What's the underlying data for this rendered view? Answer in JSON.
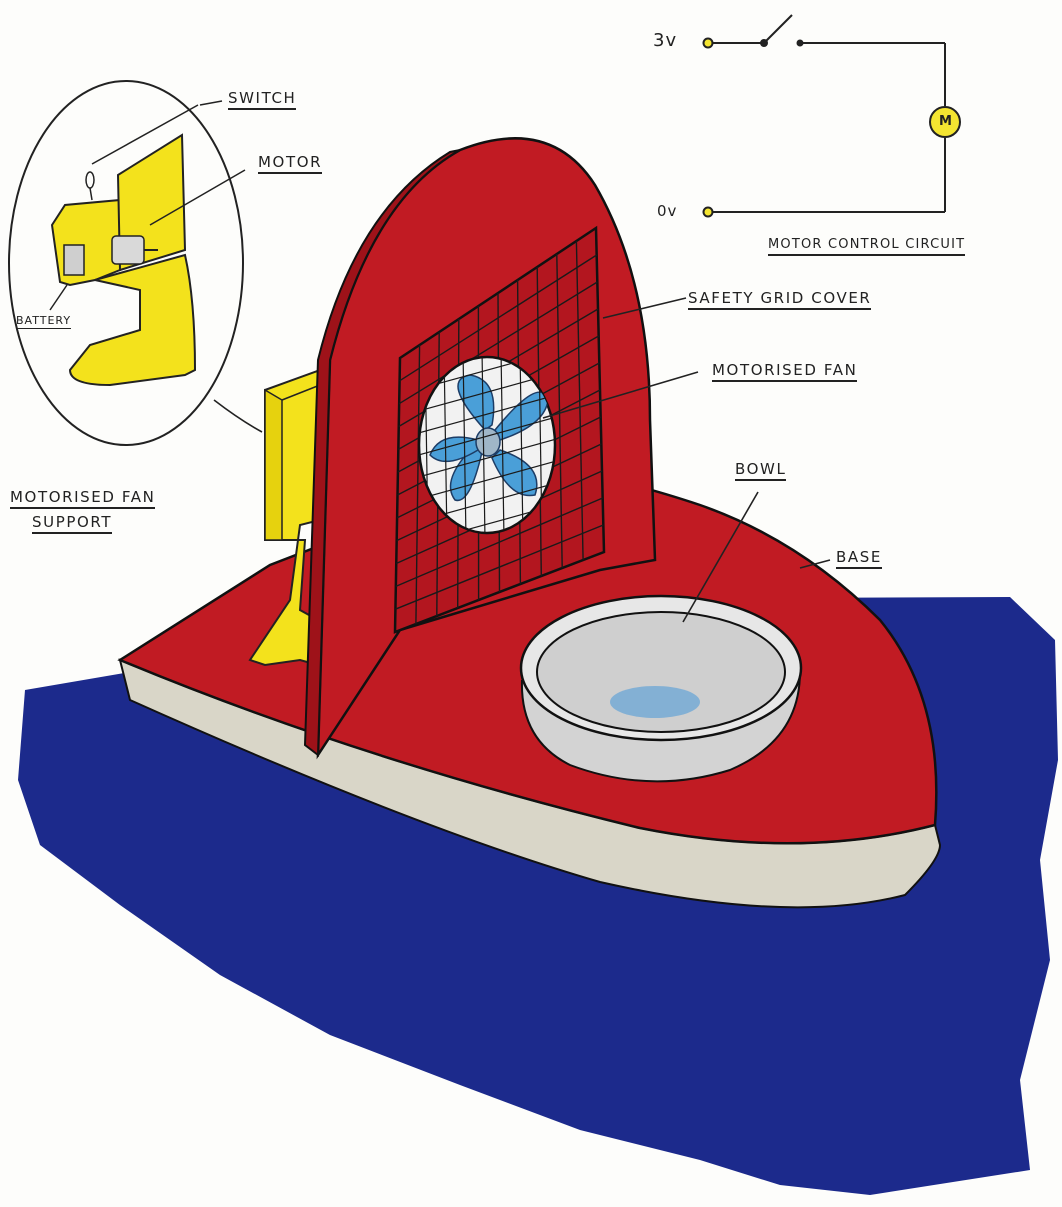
{
  "labels": {
    "switch": "Switch",
    "motor": "Motor",
    "battery": "Battery",
    "support_line1": "Motorised Fan",
    "support_line2": "Support",
    "safety_grid": "Safety Grid Cover",
    "motorised_fan": "Motorised Fan",
    "bowl": "Bowl",
    "base": "Base",
    "circuit_title": "Motor control circuit",
    "motor_symbol": "M",
    "terminal_3v": "3v",
    "terminal_0v": "0v"
  },
  "colors": {
    "base_red": "#c11b23",
    "base_edge": "#d9d6c8",
    "support_yellow": "#f3e21c",
    "surface_blue": "#1c2a8c",
    "fan_blade_blue": "#4a9fd8",
    "motor_symbol_fill": "#f4e531"
  }
}
